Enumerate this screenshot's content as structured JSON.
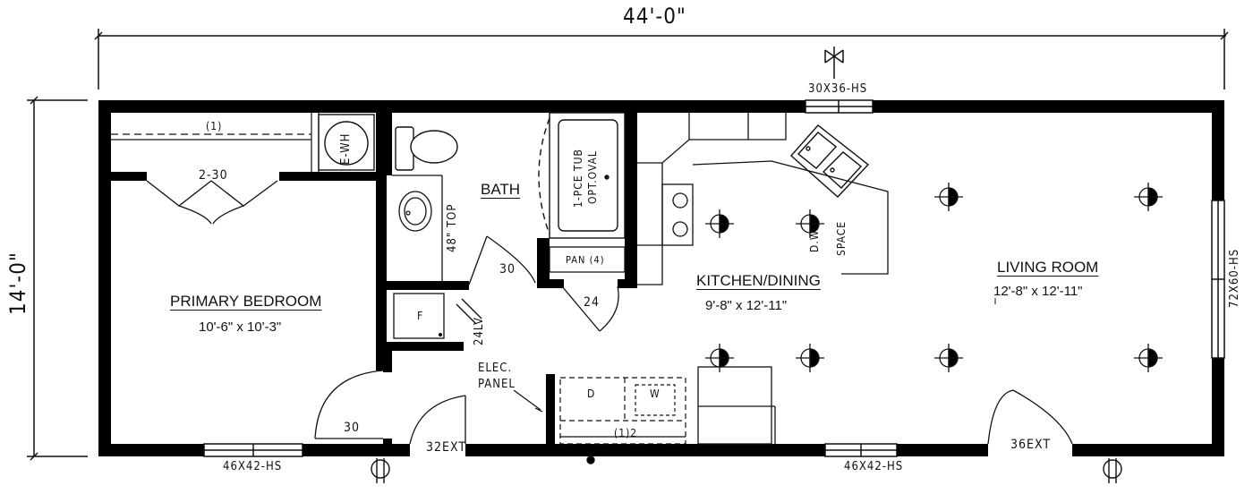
{
  "dimensions": {
    "overall_width": "44'-0\"",
    "overall_depth": "14'-0\""
  },
  "rooms": {
    "primary_bedroom": {
      "name": "PRIMARY BEDROOM",
      "size": "10'-6\" x 10'-3\""
    },
    "bath": {
      "name": "BATH"
    },
    "kitchen_dining": {
      "name": "KITCHEN/DINING",
      "size": "9'-8\" x 12'-11\""
    },
    "living_room": {
      "name": "LIVING ROOM",
      "size": "12'-8\" x 12'-11\""
    }
  },
  "windows": {
    "top": "30X36-HS",
    "right": "72X60-HS",
    "bottom_left": "46X42-HS",
    "bottom_right": "46X42-HS"
  },
  "doors": {
    "closet_bifold": "2-30",
    "bath_door": "30",
    "bedroom_door": "30",
    "pan_door": "24",
    "exterior_side": "32EXT",
    "exterior_front": "36EXT"
  },
  "fixtures": {
    "water_heater": "E-WH",
    "shelf_note": "(1)",
    "tub": "1-PCE TUB",
    "tub_option": "OPT.OVAL",
    "vanity_top": "48\" TOP",
    "pan": "PAN (4)",
    "furnace": "F",
    "linen": "24LV",
    "electrical_panel_line1": "ELEC.",
    "electrical_panel_line2": "PANEL",
    "dryer": "D",
    "washer": "W",
    "laundry_shelf": "(1)2",
    "dishwasher": "D.W.",
    "dw_space": "SPACE"
  }
}
